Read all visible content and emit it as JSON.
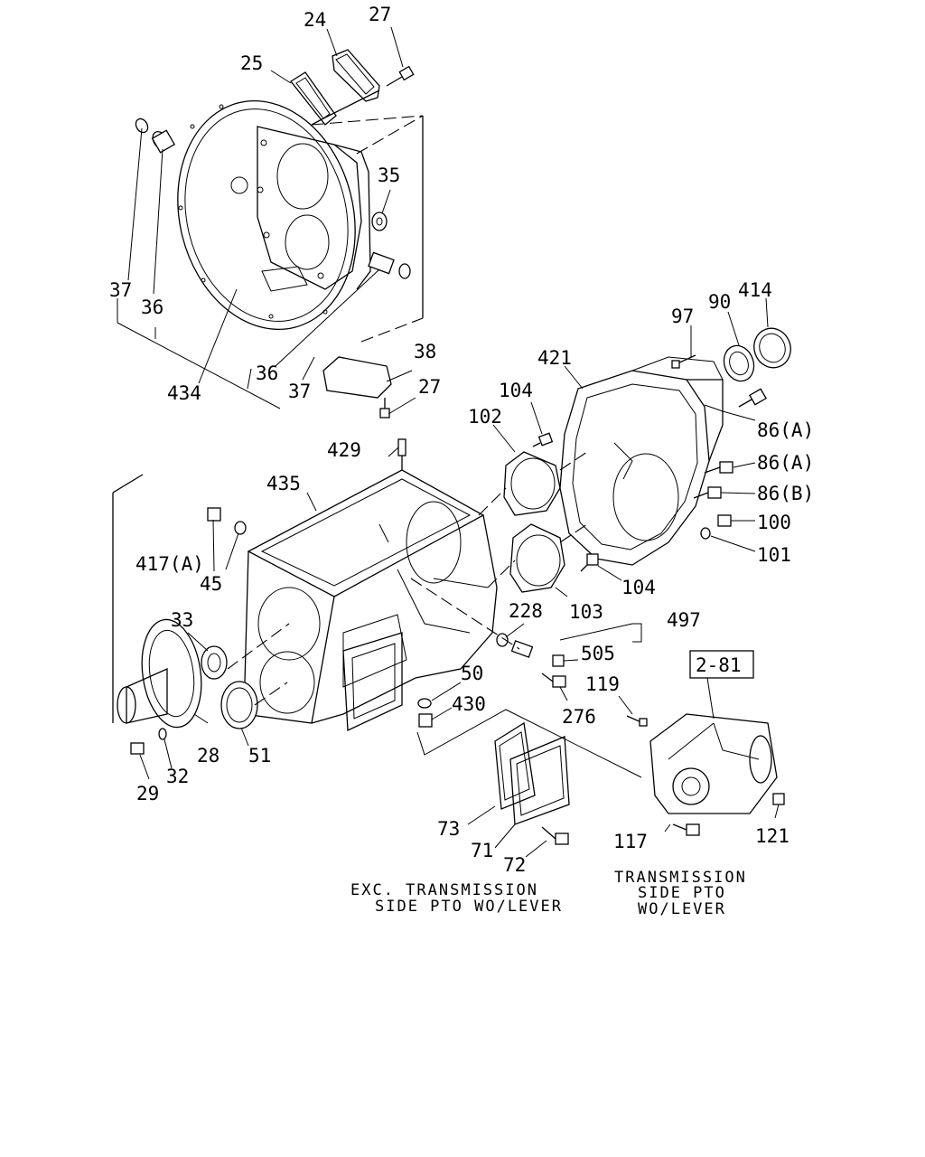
{
  "diagram": {
    "labels": {
      "l24": "24",
      "l27a": "27",
      "l25": "25",
      "l35": "35",
      "l37a": "37",
      "l36a": "36",
      "l434": "434",
      "l36b": "36",
      "l37b": "37",
      "l38": "38",
      "l27b": "27",
      "l97": "97",
      "l90": "90",
      "l414": "414",
      "l421": "421",
      "l104a": "104",
      "l102": "102",
      "l86a1": "86(A)",
      "l86a2": "86(A)",
      "l86b": "86(B)",
      "l100": "100",
      "l101": "101",
      "l429": "429",
      "l435": "435",
      "l417": "417(A)",
      "l45": "45",
      "l104b": "104",
      "l103": "103",
      "l228": "228",
      "l497": "497",
      "l505": "505",
      "l33": "33",
      "l50": "50",
      "l119": "119",
      "l430": "430",
      "l276": "276",
      "l51": "51",
      "l28": "28",
      "l32": "32",
      "l29": "29",
      "l73": "73",
      "l71": "71",
      "l72": "72",
      "l117": "117",
      "l121": "121",
      "ref": "2-81"
    },
    "notes": {
      "exc_line1": "EXC. TRANSMISSION",
      "exc_line2": "SIDE PTO WO/LEVER",
      "pto_line1": "TRANSMISSION",
      "pto_line2": "SIDE PTO",
      "pto_line3": "WO/LEVER"
    }
  }
}
